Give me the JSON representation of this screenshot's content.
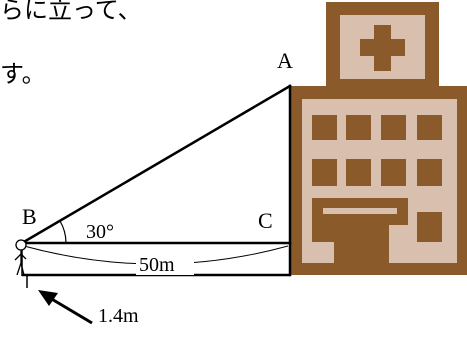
{
  "text_fragments": {
    "line1": "らに立って、",
    "line2": "す。"
  },
  "diagram": {
    "points": {
      "A": "A",
      "B": "B",
      "C": "C"
    },
    "angle_label": "30°",
    "distance_label": "50m",
    "height_label": "1.4m"
  },
  "colors": {
    "building_brown": "#8b5a2b",
    "building_light": "#d8bfae",
    "line": "#000000"
  }
}
